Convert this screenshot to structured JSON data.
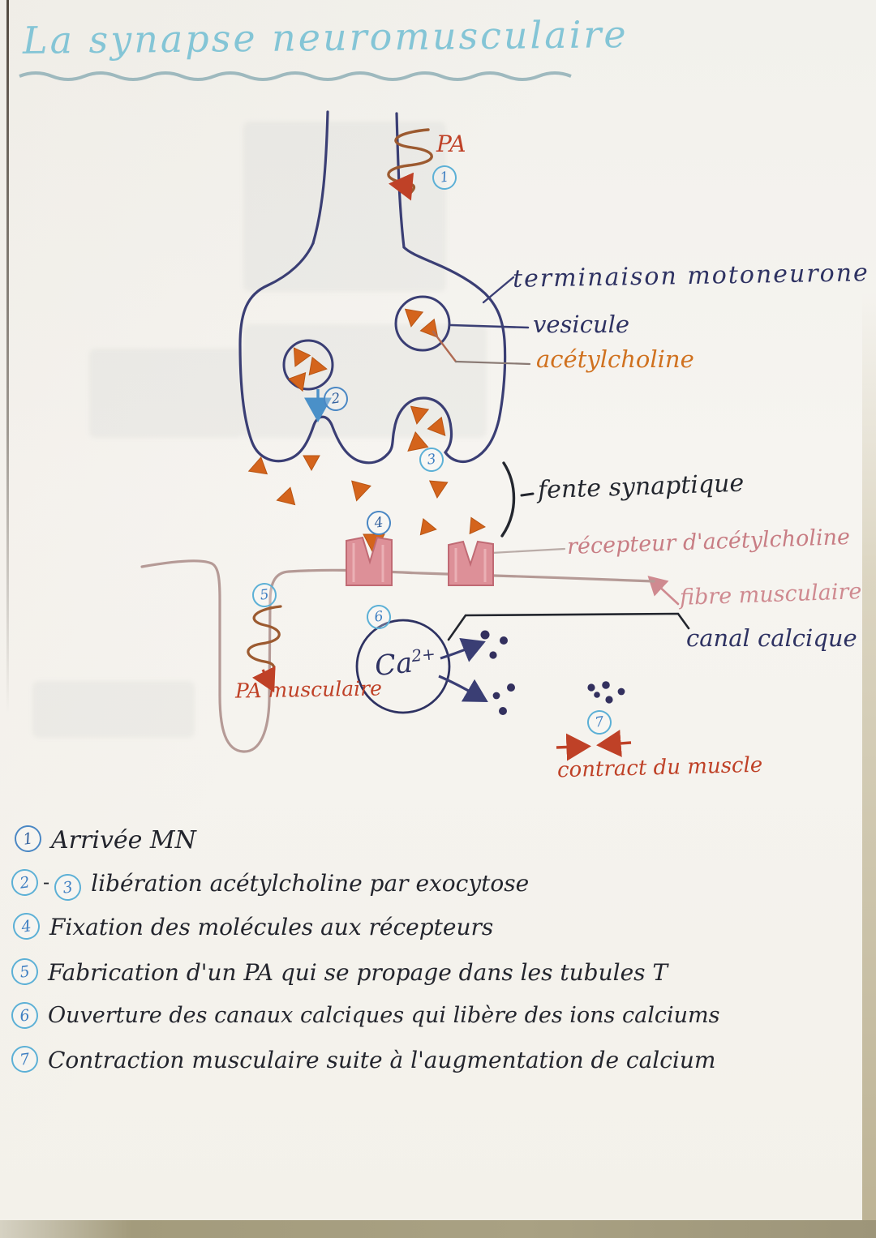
{
  "page": {
    "title": "La synapse neuromusculaire"
  },
  "diagram": {
    "labels": {
      "pa_top": "PA",
      "terminaison": "terminaison motoneurone",
      "vesicule": "vesicule",
      "acetylcholine": "acétylcholine",
      "fente": "fente synaptique",
      "recepteur": "récepteur d'acétylcholine",
      "fibre": "fibre musculaire",
      "canal": "canal calcique",
      "ca": "Ca",
      "ca_sup": "2+",
      "pa_musculaire": "PA musculaire",
      "contract": "contract du muscle"
    },
    "markers": {
      "m1": "1",
      "m2": "2",
      "m3": "3",
      "m4": "4",
      "m5": "5",
      "m6": "6",
      "m7": "7"
    }
  },
  "legend": {
    "items": [
      {
        "num": "1",
        "text": "Arrivée MN"
      },
      {
        "num": "2",
        "sep": "-",
        "num2": "3",
        "text": "libération acétylcholine par exocytose"
      },
      {
        "num": "4",
        "text": "Fixation des molécules aux récepteurs"
      },
      {
        "num": "5",
        "text": "Fabrication d'un PA qui se propage dans les tubules T"
      },
      {
        "num": "6",
        "text": "Ouverture des canaux calciques qui libère des ions calciums"
      },
      {
        "num": "7",
        "text": "Contraction musculaire suite à l'augmentation de calcium"
      }
    ]
  },
  "colors": {
    "title_blue": "#84c5d6",
    "ink_blue": "#3a3e74",
    "orange": "#d4641c",
    "red": "#bf4127",
    "pink": "#cf7d85",
    "membrane": "#b59a96",
    "marker_blue": "#5cb0d6",
    "paper": "#f5f3ee"
  }
}
